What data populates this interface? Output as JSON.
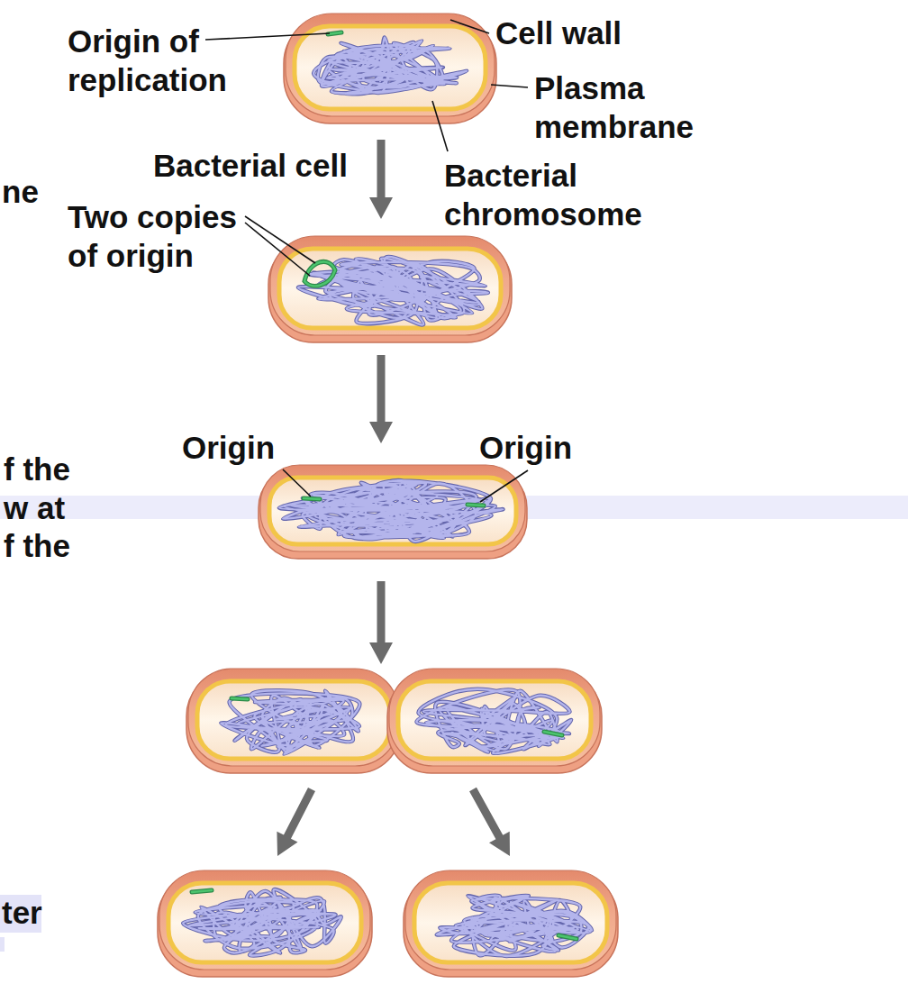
{
  "diagram": {
    "labels": [
      "Origin of replication",
      "Cell wall",
      "Plasma membrane",
      "Bacterial cell",
      "Bacterial chromosome",
      "Two copies of origin",
      "Origin",
      "Origin",
      "ne",
      "f the",
      "w at",
      "f the",
      "ter"
    ]
  }
}
